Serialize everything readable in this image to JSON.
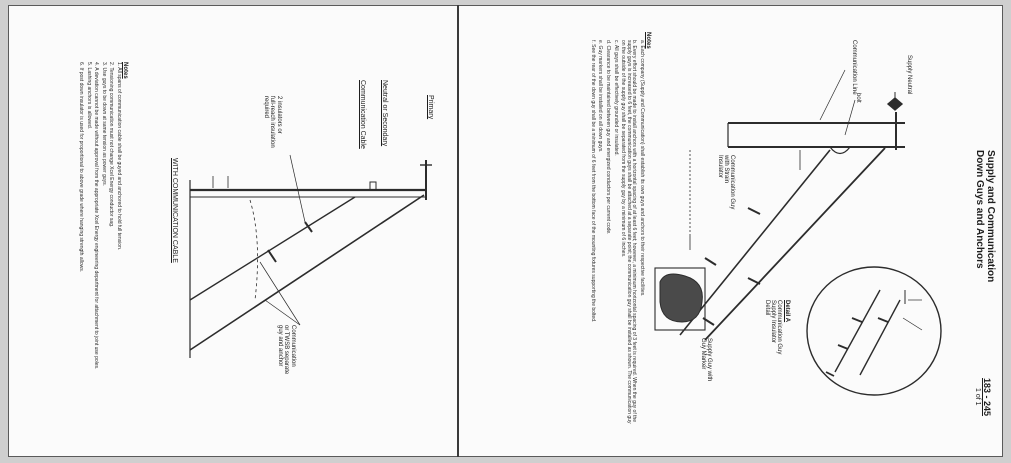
{
  "title": "Supply and Communication\nDown Guys and Anchors",
  "std_number": "183 - 245",
  "std_sub": "1 of 1",
  "labels": {
    "supply_neutral": "Supply Neutral",
    "communication_line": "Communication Line",
    "bolt": "bolt",
    "comm_guy_with_strain": "Communication Guy\nwith Strain\nInsulator",
    "supply_guy_with_guy_marker": "Supply Guy with\nGuy Marker",
    "detail_a": "Detail A",
    "detail_caption": "Communication Guy\nSupply Insulator\nDetail",
    "primary": "Primary",
    "neutral_or_secondary": "Neutral or Secondary",
    "communication_cable": "Communication Cable",
    "insulator_note": "2 insulators or\nfull-reach insulation\nrequired",
    "communication_separate": "Communication\nor TWSB separate\nguy and anchor",
    "with_comm_cable": "WITH COMMUNICATION CABLE",
    "notes_heading": "Notes"
  },
  "right_notes": [
    "a. Each company (Supply and Communication) shall establish its own guys and anchors to their respective facilities.",
    "b. Every effort should be made to install anchors with a horizontal spacing of at least 6 feet; however, a minimum horizontal spacing of 3 feet is required. When the guy of the supply guys is increased to 6 feet, the communication guys shall be attached at a separate point; the communication guy shall be installed as shown. The communication guy on the outside of the supply guy shall be separated from the supply guy by a minimum of 6 inches.",
    "c. All guys shall be effectively grounded or insulated.",
    "d. Clearance to be maintained between guy and energized conductors per current code.",
    "e. Guy markers shall be installed on all down guys.",
    "f. See the rear of the down guy shall be a minimum of 6 feet from the bottom face of the mounting fixtures supporting the bolted."
  ],
  "left_notes": [
    "1. All spans of communication cable shall be guyed and anchored to hold full tension.",
    "2. Tensioning communication must not change Xcel Energy conductor sag.",
    "3. Use guys to be down at same tension as power guys.",
    "4. A deviation cannot be made without approval from the appropriate Xcel Energy engineering department for attachment to joint use poles.",
    "5. Lashing anchors is allowed.",
    "6. If post down insulator is used for proportional to above grade where hanging strength allows."
  ]
}
